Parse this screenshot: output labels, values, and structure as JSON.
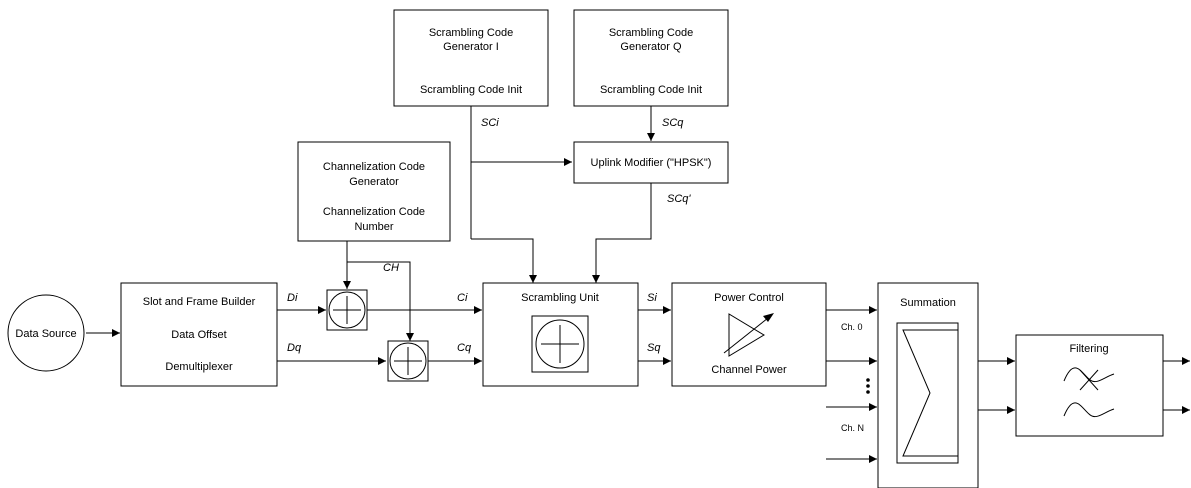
{
  "blocks": {
    "data_source": "Data Source",
    "slot_frame_builder": [
      "Slot and Frame Builder",
      "Data Offset",
      "Demultiplexer"
    ],
    "scrambling_gen_i": [
      "Scrambling Code",
      "Generator I",
      "Scrambling Code Init"
    ],
    "scrambling_gen_q": [
      "Scrambling Code",
      "Generator Q",
      "Scrambling Code Init"
    ],
    "uplink_modifier": "Uplink Modifier (\"HPSK\")",
    "channelization_gen": [
      "Channelization Code",
      "Generator",
      "Channelization Code",
      "Number"
    ],
    "scrambling_unit": "Scrambling Unit",
    "power_control": [
      "Power Control",
      "Channel Power"
    ],
    "summation": "Summation",
    "filtering": "Filtering"
  },
  "signals": {
    "sci": "SCi",
    "scq": "SCq",
    "scq_prime": "SCq'",
    "ch": "CH",
    "di": "Di",
    "dq": "Dq",
    "ci": "Ci",
    "cq": "Cq",
    "si": "Si",
    "sq": "Sq"
  },
  "channels": {
    "first": "Ch. 0",
    "last": "Ch. N"
  },
  "icons": [
    "xor-adder-icon",
    "amplifier-icon",
    "sigma-icon",
    "filter-icon",
    "arrow-icon"
  ],
  "colors": {
    "line": "#000000",
    "background": "#ffffff"
  }
}
